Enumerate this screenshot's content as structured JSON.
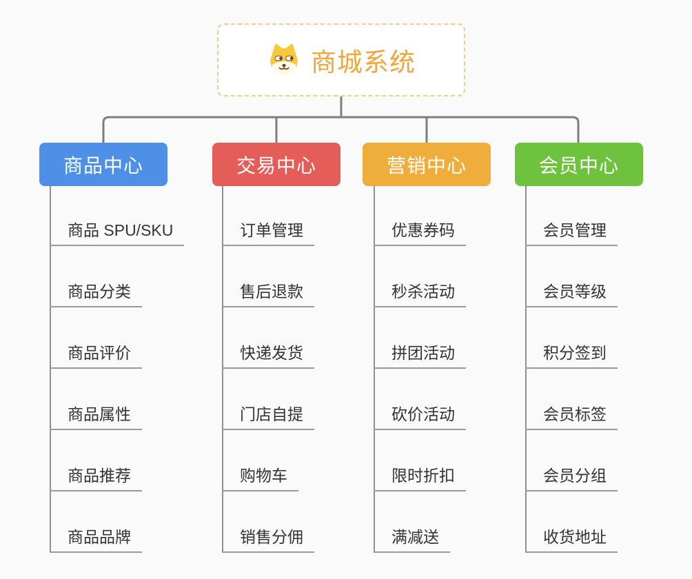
{
  "diagram": {
    "root": {
      "label": "商城系统",
      "icon": "shiba-dog-icon"
    },
    "branches": [
      {
        "label": "商品中心",
        "color": "#4e90e8",
        "items": [
          "商品 SPU/SKU",
          "商品分类",
          "商品评价",
          "商品属性",
          "商品推荐",
          "商品品牌"
        ]
      },
      {
        "label": "交易中心",
        "color": "#e55d59",
        "items": [
          "订单管理",
          "售后退款",
          "快递发货",
          "门店自提",
          "购物车",
          "销售分佣"
        ]
      },
      {
        "label": "营销中心",
        "color": "#efad3b",
        "items": [
          "优惠券码",
          "秒杀活动",
          "拼团活动",
          "砍价活动",
          "限时折扣",
          "满减送"
        ]
      },
      {
        "label": "会员中心",
        "color": "#6ec23e",
        "items": [
          "会员管理",
          "会员等级",
          "积分签到",
          "会员标签",
          "会员分组",
          "收货地址"
        ]
      }
    ],
    "colors": {
      "background": "#fafafa",
      "connector_line": "#7e7e7e",
      "leaf_underline": "#999999",
      "leaf_text": "#333333",
      "root_text": "#efa73b",
      "root_border": "#f5cb85"
    }
  }
}
